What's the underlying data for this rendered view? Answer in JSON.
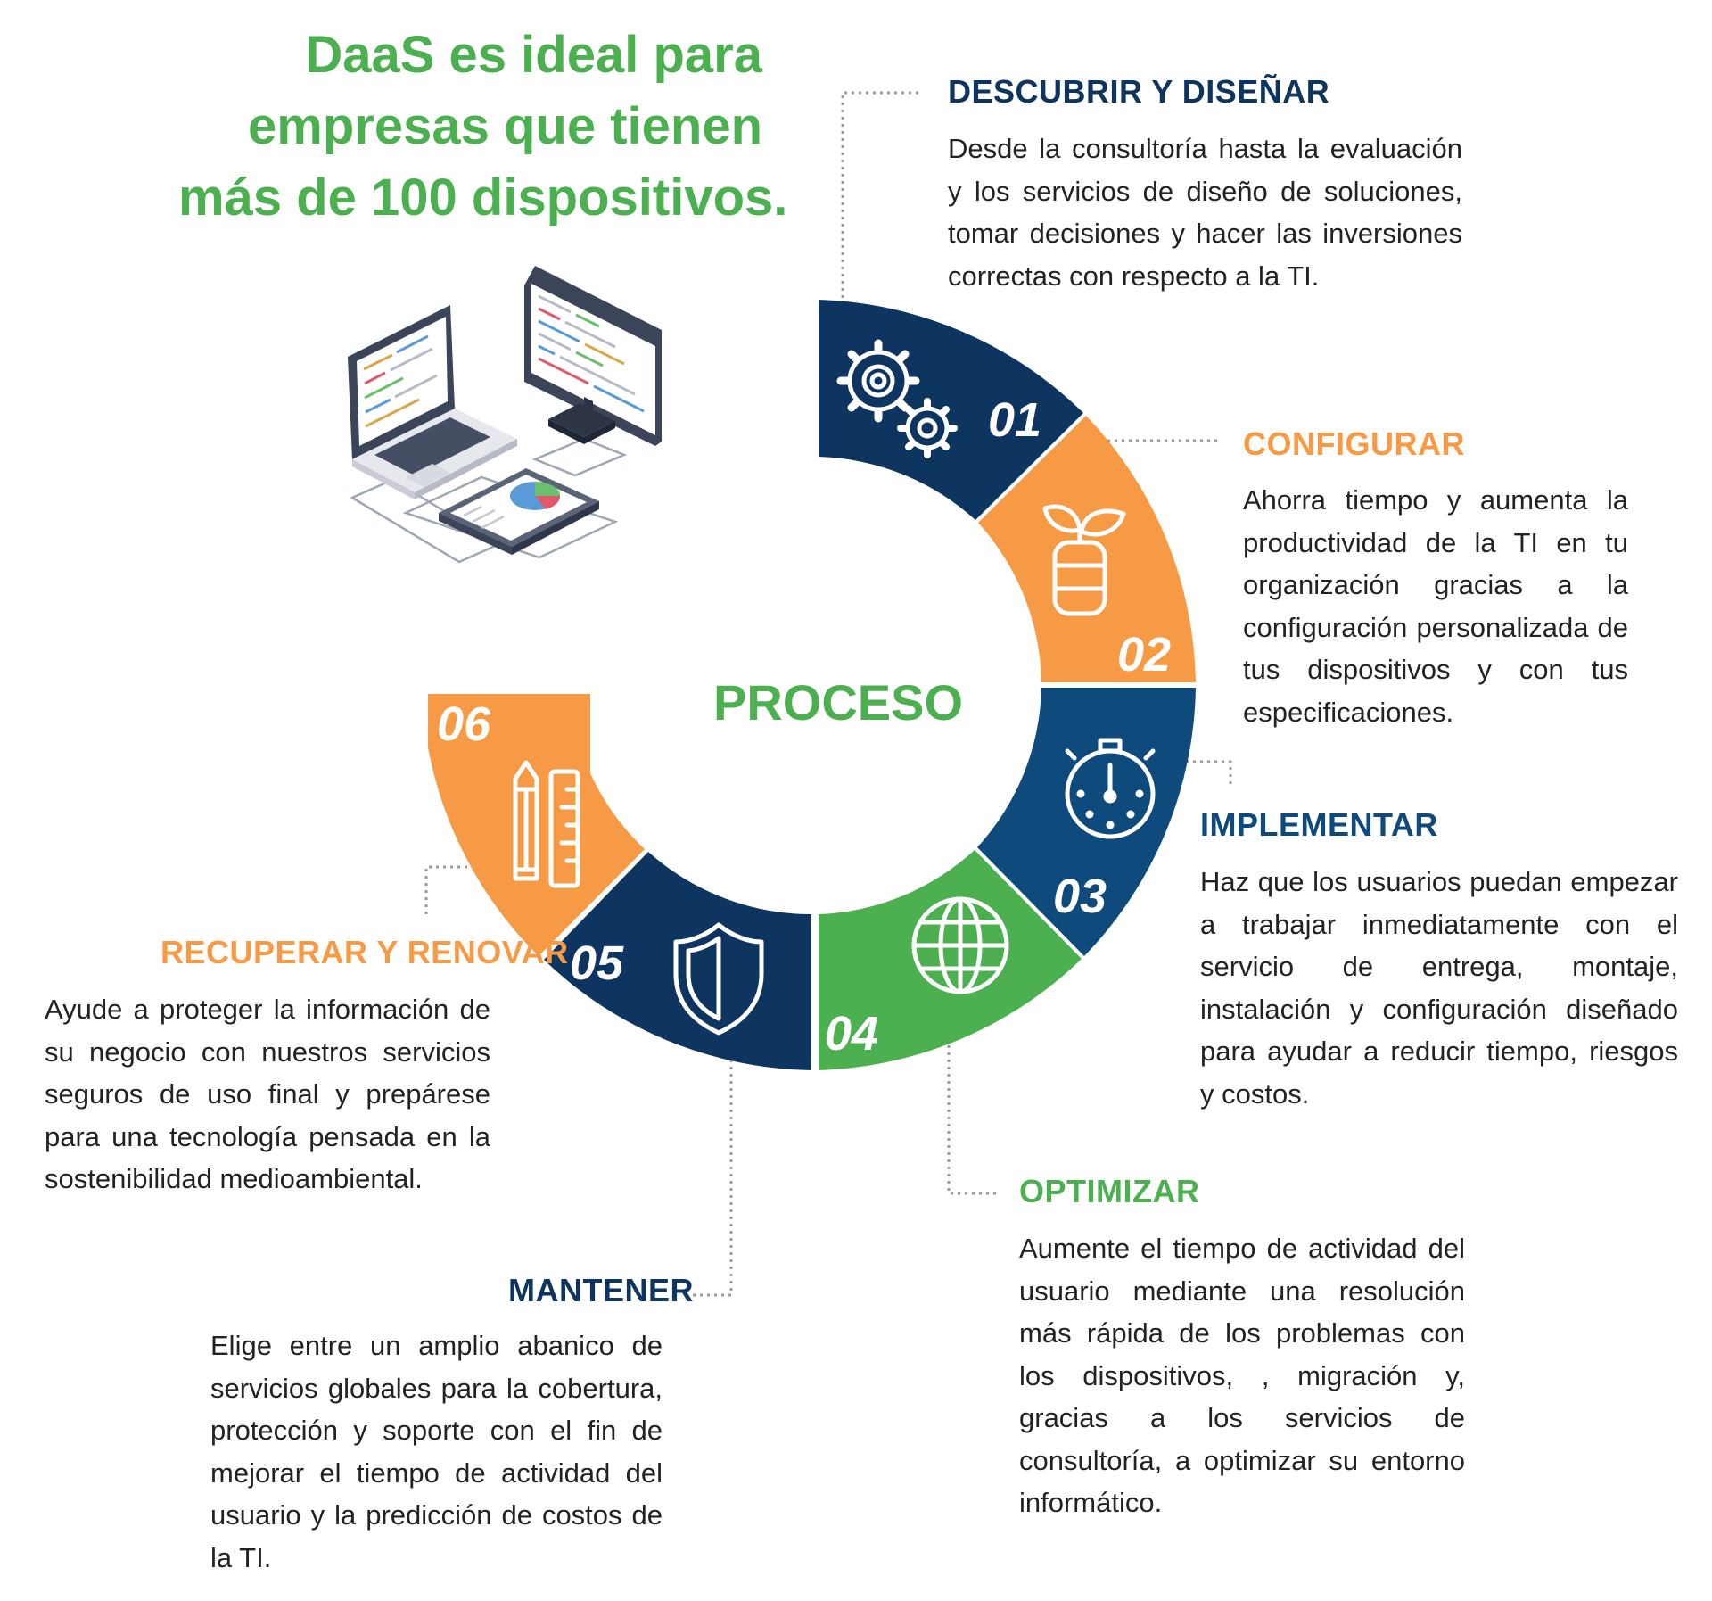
{
  "headline": {
    "line1": "DaaS es ideal para",
    "line2": "empresas que tienen",
    "line3": "más de 100 dispositivos."
  },
  "center_label": "PROCESO",
  "colors": {
    "green": "#4caf50",
    "orange": "#f79a45",
    "navy": "#0e3560",
    "blue": "#0f4a7d",
    "text": "#222222",
    "dots": "#9a9a9a"
  },
  "steps": [
    {
      "number": "01",
      "icon": "gears-icon",
      "title": "DESCUBRIR Y DISEÑAR",
      "description": "Desde la consultoría hasta la evaluación y los servicios de diseño de soluciones, tomar decisiones y hacer las inversiones correctas con respecto a la TI."
    },
    {
      "number": "02",
      "icon": "plant-icon",
      "title": "CONFIGURAR",
      "description": "Ahorra tiempo y aumenta la productividad de la TI en tu organización gracias a la configuración personalizada de tus dispositivos y con tus especificaciones."
    },
    {
      "number": "03",
      "icon": "stopwatch-icon",
      "title": "IMPLEMENTAR",
      "description": "Haz que los usuarios puedan empezar a trabajar inmediatamente con el servicio de entrega, montaje, instalación y configuración diseñado para ayudar a reducir tiempo, riesgos y costos."
    },
    {
      "number": "04",
      "icon": "globe-icon",
      "title": "OPTIMIZAR",
      "description": "Aumente el tiempo de actividad del usuario mediante una resolución más rápida de los problemas con los dispositivos, , migración y, gracias a los servicios de consultoría, a optimizar su entorno informático."
    },
    {
      "number": "05",
      "icon": "shield-icon",
      "title": "MANTENER",
      "description": "Elige entre un amplio abanico de servicios globales para la cobertura, protección y soporte con el fin de mejorar el tiempo de actividad del usuario y la predicción de costos de la TI."
    },
    {
      "number": "06",
      "icon": "pencil-ruler-icon",
      "title": "RECUPERAR Y RENOVAR",
      "description": "Ayude a proteger la información de su negocio con nuestros servicios seguros de uso final y prepárese para una tecnología pensada en la sostenibilidad medioambiental."
    }
  ]
}
